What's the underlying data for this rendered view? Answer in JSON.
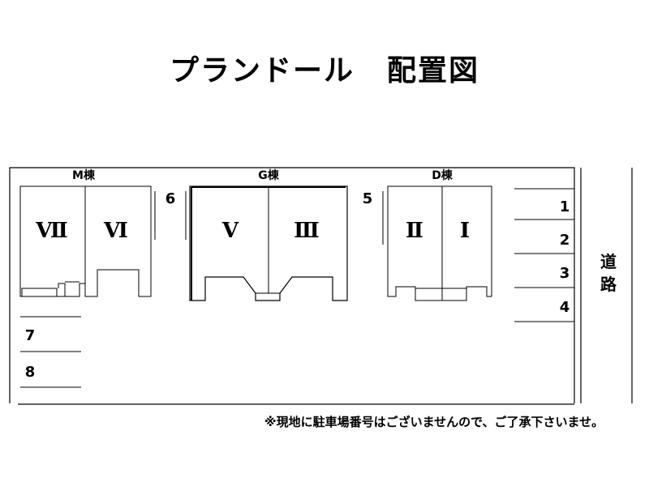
{
  "title": {
    "name": "プランドール",
    "suffix": "配置図"
  },
  "buildings": [
    {
      "name": "M棟",
      "units": [
        "Ⅶ",
        "Ⅵ"
      ]
    },
    {
      "name": "G棟",
      "units": [
        "Ⅴ",
        "Ⅲ"
      ]
    },
    {
      "name": "D棟",
      "units": [
        "Ⅱ",
        "Ⅰ"
      ]
    }
  ],
  "parking": [
    "1",
    "2",
    "3",
    "4",
    "5",
    "6",
    "7",
    "8"
  ],
  "road": [
    "道",
    "路"
  ],
  "note": "※現地に駐車場番号はございませんので、ご了承下さいませ。"
}
